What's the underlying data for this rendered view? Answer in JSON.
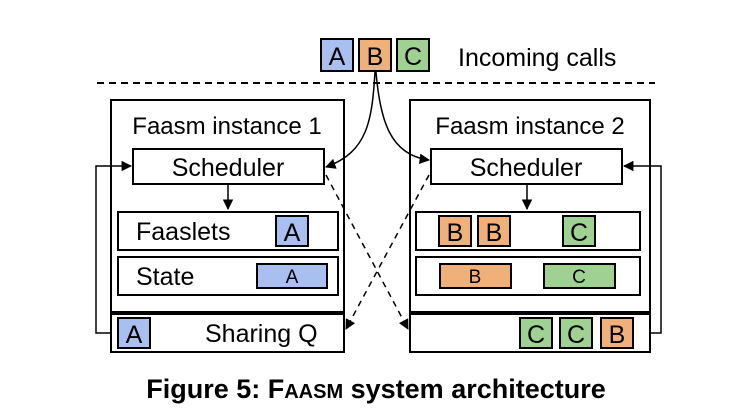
{
  "incoming": {
    "calls": [
      {
        "label": "A",
        "color": "#a8bff0"
      },
      {
        "label": "B",
        "color": "#f0b07a"
      },
      {
        "label": "C",
        "color": "#9fd193"
      }
    ],
    "label": "Incoming calls"
  },
  "instance1": {
    "title": "Faasm instance 1",
    "scheduler": "Scheduler",
    "faaslets_label": "Faaslets",
    "faaslets_call": "A",
    "state_label": "State",
    "state_block": "A",
    "sharing_call": "A",
    "sharing_label": "Sharing Q"
  },
  "instance2": {
    "title": "Faasm instance 2",
    "scheduler": "Scheduler",
    "faaslets_calls": [
      "B",
      "B",
      "C"
    ],
    "state_blocks": [
      "B",
      "C"
    ],
    "sharing_calls": [
      "C",
      "C",
      "B"
    ]
  },
  "caption": {
    "prefix": "Figure 5: ",
    "name_first": "F",
    "name_rest": "AASM",
    "suffix": " system architecture"
  },
  "colors": {
    "A": "#a8bff0",
    "B": "#f0b07a",
    "C": "#9fd193"
  }
}
